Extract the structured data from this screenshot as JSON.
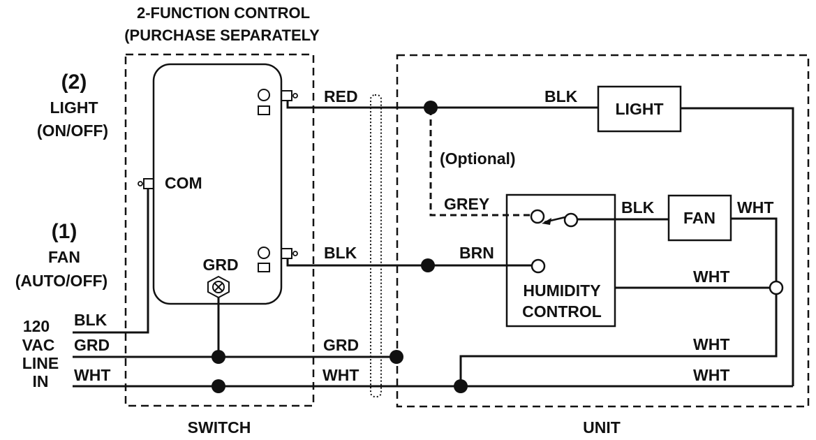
{
  "title": {
    "line1": "2-FUNCTION CONTROL",
    "line2": "(PURCHASE SEPARATELY"
  },
  "switch_section": {
    "caption": "SWITCH",
    "light_number": "(2)",
    "light_label": "LIGHT",
    "light_mode": "(ON/OFF)",
    "fan_number": "(1)",
    "fan_label": "FAN",
    "fan_mode": "(AUTO/OFF)",
    "com_label": "COM",
    "grd_label": "GRD"
  },
  "unit_section": {
    "caption": "UNIT",
    "light_box": "LIGHT",
    "fan_box": "FAN",
    "humidity_line1": "HUMIDITY",
    "humidity_line2": "CONTROL",
    "optional_note": "(Optional)"
  },
  "line_in": {
    "line1": "120",
    "line2": "VAC",
    "line3": "LINE",
    "line4": "IN"
  },
  "wires": {
    "red": "RED",
    "blk_switch": "BLK",
    "blk_line": "BLK",
    "grd_line": "GRD",
    "wht_line": "WHT",
    "grd_mid": "GRD",
    "wht_mid": "WHT",
    "blk_light": "BLK",
    "grey": "GREY",
    "brn": "BRN",
    "blk_fan": "BLK",
    "wht_fan": "WHT",
    "wht_humidity": "WHT",
    "wht_grd_row": "WHT",
    "wht_bottom": "WHT"
  },
  "colors": {
    "ink": "#111111",
    "background": "#ffffff"
  }
}
